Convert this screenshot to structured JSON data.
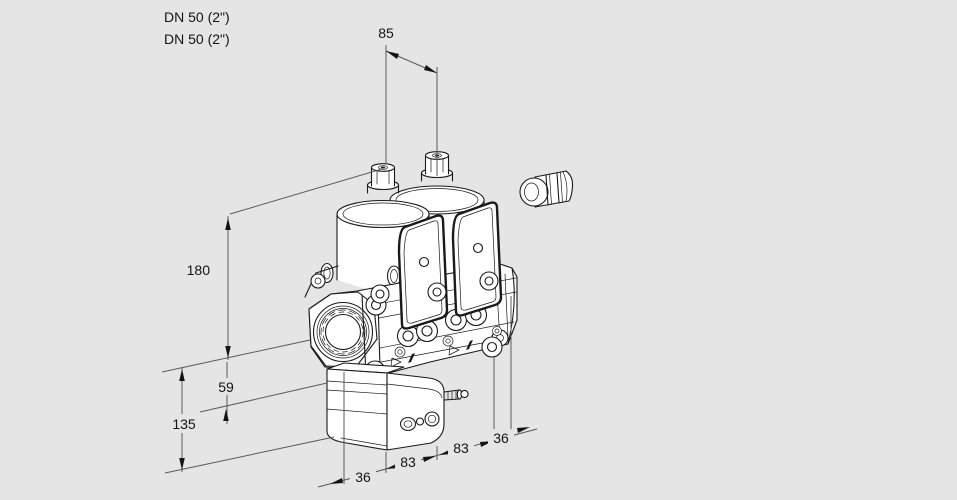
{
  "page": {
    "background_color": "#e5e5e5",
    "drawing_stroke_color": "#1a1a1a",
    "dimension_line_color": "#5a5a5a",
    "text_color": "#141414"
  },
  "annotations": {
    "port_size_label_1": "DN 50 (2\")",
    "port_size_label_2": "DN 50 (2\")"
  },
  "dimensions": {
    "knob_spacing": "85",
    "height_total": "180",
    "center_to_body_bottom": "59",
    "center_to_regulator_bottom": "135",
    "bottom_chain": [
      "36",
      "83",
      "83",
      "36"
    ]
  },
  "drawing": {
    "type": "isometric technical line drawing of double solenoid gas valve",
    "parts": [
      "adjustment-knob-left",
      "adjustment-knob-right",
      "solenoid-actuator-left",
      "solenoid-actuator-right",
      "valve-body",
      "inlet-flange",
      "pressure-regulator-box",
      "test-nipple",
      "cable-gland"
    ]
  }
}
